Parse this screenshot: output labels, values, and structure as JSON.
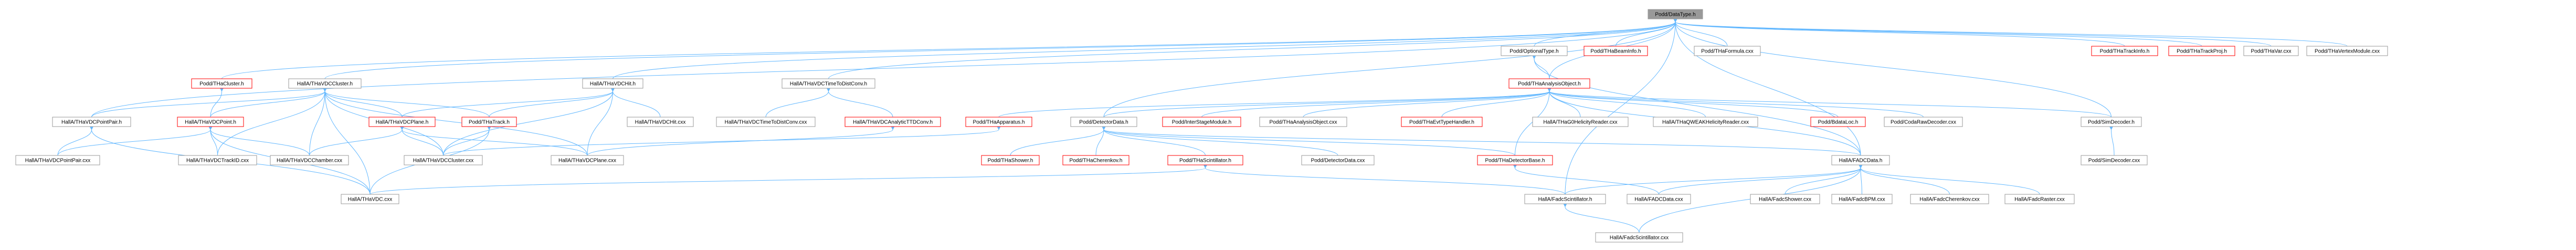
{
  "colors": {
    "root_fill": "#999999",
    "fill": "#ffffff",
    "border": "#999999",
    "border_linked": "#ff0000",
    "edge": "#63b8ff",
    "text": "#000000"
  },
  "nodes": [
    {
      "id": "root",
      "label": "Podd/DataType.h",
      "kind": "root"
    },
    {
      "id": "n2",
      "label": "Podd/OptionalType.h",
      "kind": "plain"
    },
    {
      "id": "n3",
      "label": "Podd/THaBeamInfo.h",
      "kind": "linked"
    },
    {
      "id": "n4",
      "label": "Podd/THaFormula.cxx",
      "kind": "plain"
    },
    {
      "id": "n5",
      "label": "Podd/THaTrackInfo.h",
      "kind": "linked"
    },
    {
      "id": "n6",
      "label": "Podd/THaTrackProj.h",
      "kind": "linked"
    },
    {
      "id": "n7",
      "label": "Podd/THaVar.cxx",
      "kind": "plain"
    },
    {
      "id": "n8",
      "label": "Podd/THaVertexModule.cxx",
      "kind": "plain"
    },
    {
      "id": "n9",
      "label": "Podd/THaCluster.h",
      "kind": "linked"
    },
    {
      "id": "n10",
      "label": "HallA/THaVDCCluster.h",
      "kind": "plain"
    },
    {
      "id": "n11",
      "label": "HallA/THaVDCHit.h",
      "kind": "plain"
    },
    {
      "id": "n12",
      "label": "HallA/THaVDCTimeToDistConv.h",
      "kind": "plain"
    },
    {
      "id": "n13",
      "label": "Podd/THaAnalysisObject.h",
      "kind": "linked"
    },
    {
      "id": "n14",
      "label": "Podd/SimDecoder.h",
      "kind": "plain"
    },
    {
      "id": "n15",
      "label": "HallA/THaVDCPointPair.h",
      "kind": "plain"
    },
    {
      "id": "n16",
      "label": "HallA/THaVDCPoint.h",
      "kind": "linked"
    },
    {
      "id": "n17",
      "label": "HallA/THaVDCPlane.h",
      "kind": "linked"
    },
    {
      "id": "n18",
      "label": "Podd/THaTrack.h",
      "kind": "linked"
    },
    {
      "id": "n19",
      "label": "HallA/THaVDCHit.cxx",
      "kind": "plain"
    },
    {
      "id": "n20",
      "label": "HallA/THaVDCTimeToDistConv.cxx",
      "kind": "plain"
    },
    {
      "id": "n21",
      "label": "HallA/THaVDCAnalyticTTDConv.h",
      "kind": "linked"
    },
    {
      "id": "n22",
      "label": "Podd/THaApparatus.h",
      "kind": "linked"
    },
    {
      "id": "n23",
      "label": "Podd/DetectorData.h",
      "kind": "plain"
    },
    {
      "id": "n24",
      "label": "Podd/InterStageModule.h",
      "kind": "linked"
    },
    {
      "id": "n25",
      "label": "Podd/THaAnalysisObject.cxx",
      "kind": "plain"
    },
    {
      "id": "n26",
      "label": "Podd/THaEvtTypeHandler.h",
      "kind": "linked"
    },
    {
      "id": "n27",
      "label": "HallA/THaG0HelicityReader.cxx",
      "kind": "plain"
    },
    {
      "id": "n28",
      "label": "HallA/THaQWEAKHelicityReader.cxx",
      "kind": "plain"
    },
    {
      "id": "n29",
      "label": "Podd/BdataLoc.h",
      "kind": "linked"
    },
    {
      "id": "n30",
      "label": "Podd/CodaRawDecoder.cxx",
      "kind": "plain"
    },
    {
      "id": "n31",
      "label": "Podd/SimDecoder.cxx",
      "kind": "plain"
    },
    {
      "id": "n32",
      "label": "HallA/THaVDCPointPair.cxx",
      "kind": "plain"
    },
    {
      "id": "n33",
      "label": "HallA/THaVDCChamber.cxx",
      "kind": "plain"
    },
    {
      "id": "n34",
      "label": "HallA/THaVDCTrackID.cxx",
      "kind": "plain"
    },
    {
      "id": "n35",
      "label": "HallA/THaVDCCluster.cxx",
      "kind": "plain"
    },
    {
      "id": "n36",
      "label": "HallA/THaVDCPlane.cxx",
      "kind": "plain"
    },
    {
      "id": "n37",
      "label": "Podd/THaShower.h",
      "kind": "linked"
    },
    {
      "id": "n38",
      "label": "Podd/THaCherenkov.h",
      "kind": "linked"
    },
    {
      "id": "n39",
      "label": "Podd/THaScintillator.h",
      "kind": "linked"
    },
    {
      "id": "n40",
      "label": "Podd/DetectorData.cxx",
      "kind": "plain"
    },
    {
      "id": "n41",
      "label": "Podd/THaDetectorBase.h",
      "kind": "linked"
    },
    {
      "id": "n42",
      "label": "HallA/FADCData.h",
      "kind": "plain"
    },
    {
      "id": "n43",
      "label": "HallA/THaVDC.cxx",
      "kind": "plain"
    },
    {
      "id": "n44",
      "label": "HallA/FadcScintillator.h",
      "kind": "plain"
    },
    {
      "id": "n45",
      "label": "HallA/FADCData.cxx",
      "kind": "plain"
    },
    {
      "id": "n46",
      "label": "HallA/FadcShower.cxx",
      "kind": "plain"
    },
    {
      "id": "n47",
      "label": "HallA/FadcBPM.cxx",
      "kind": "plain"
    },
    {
      "id": "n48",
      "label": "HallA/FadcCherenkov.cxx",
      "kind": "plain"
    },
    {
      "id": "n49",
      "label": "HallA/FadcRaster.cxx",
      "kind": "plain"
    },
    {
      "id": "n50",
      "label": "HallA/FadcScintillator.cxx",
      "kind": "plain"
    }
  ],
  "edges": [
    [
      "root",
      "n2"
    ],
    [
      "root",
      "n3"
    ],
    [
      "root",
      "n4"
    ],
    [
      "root",
      "n5"
    ],
    [
      "root",
      "n6"
    ],
    [
      "root",
      "n7"
    ],
    [
      "root",
      "n8"
    ],
    [
      "root",
      "n9"
    ],
    [
      "root",
      "n10"
    ],
    [
      "root",
      "n11"
    ],
    [
      "root",
      "n12"
    ],
    [
      "root",
      "n13"
    ],
    [
      "root",
      "n14"
    ],
    [
      "root",
      "n15"
    ],
    [
      "root",
      "n23"
    ],
    [
      "root",
      "n42"
    ],
    [
      "root",
      "n44"
    ],
    [
      "n2",
      "n13"
    ],
    [
      "n2",
      "n42"
    ],
    [
      "n9",
      "n16"
    ],
    [
      "n10",
      "n15"
    ],
    [
      "n10",
      "n16"
    ],
    [
      "n10",
      "n17"
    ],
    [
      "n10",
      "n18"
    ],
    [
      "n10",
      "n33"
    ],
    [
      "n10",
      "n34"
    ],
    [
      "n10",
      "n35"
    ],
    [
      "n10",
      "n36"
    ],
    [
      "n10",
      "n43"
    ],
    [
      "n11",
      "n17"
    ],
    [
      "n11",
      "n18"
    ],
    [
      "n11",
      "n19"
    ],
    [
      "n11",
      "n35"
    ],
    [
      "n11",
      "n36"
    ],
    [
      "n12",
      "n20"
    ],
    [
      "n12",
      "n21"
    ],
    [
      "n13",
      "n22"
    ],
    [
      "n13",
      "n23"
    ],
    [
      "n13",
      "n24"
    ],
    [
      "n13",
      "n25"
    ],
    [
      "n13",
      "n26"
    ],
    [
      "n13",
      "n27"
    ],
    [
      "n13",
      "n28"
    ],
    [
      "n13",
      "n29"
    ],
    [
      "n13",
      "n30"
    ],
    [
      "n13",
      "n14"
    ],
    [
      "n13",
      "n41"
    ],
    [
      "n13",
      "n42"
    ],
    [
      "n14",
      "n31"
    ],
    [
      "n15",
      "n32"
    ],
    [
      "n15",
      "n43"
    ],
    [
      "n16",
      "n32"
    ],
    [
      "n16",
      "n33"
    ],
    [
      "n16",
      "n34"
    ],
    [
      "n16",
      "n43"
    ],
    [
      "n17",
      "n35"
    ],
    [
      "n17",
      "n36"
    ],
    [
      "n17",
      "n33"
    ],
    [
      "n18",
      "n35"
    ],
    [
      "n18",
      "n43"
    ],
    [
      "n21",
      "n36"
    ],
    [
      "n22",
      "n35"
    ],
    [
      "n23",
      "n37"
    ],
    [
      "n23",
      "n38"
    ],
    [
      "n23",
      "n39"
    ],
    [
      "n23",
      "n40"
    ],
    [
      "n23",
      "n41"
    ],
    [
      "n23",
      "n42"
    ],
    [
      "n39",
      "n43"
    ],
    [
      "n39",
      "n44"
    ],
    [
      "n41",
      "n45"
    ],
    [
      "n42",
      "n44"
    ],
    [
      "n42",
      "n45"
    ],
    [
      "n42",
      "n46"
    ],
    [
      "n42",
      "n47"
    ],
    [
      "n42",
      "n48"
    ],
    [
      "n42",
      "n49"
    ],
    [
      "n42",
      "n50"
    ],
    [
      "n44",
      "n50"
    ]
  ]
}
